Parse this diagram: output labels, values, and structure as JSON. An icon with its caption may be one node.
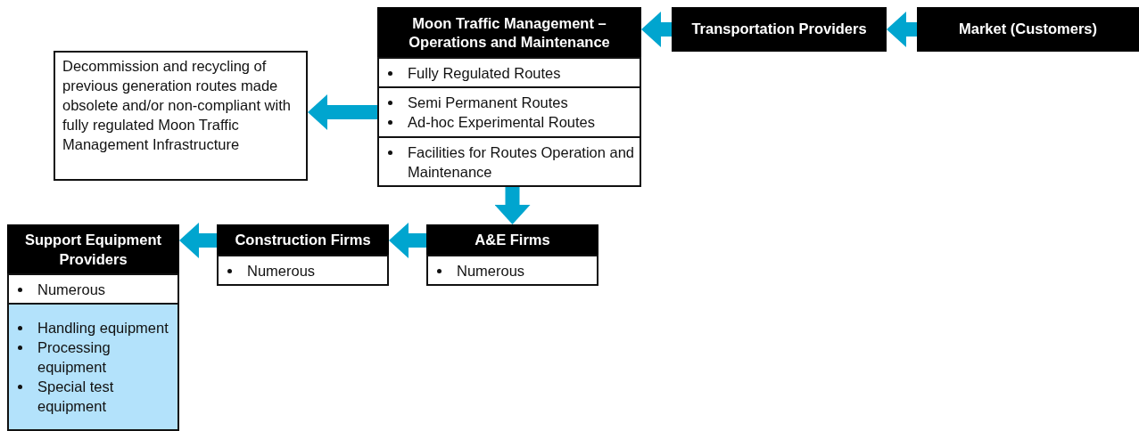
{
  "diagram": {
    "nodes": [
      {
        "text": [
          "Moon Traffic Management – Operations and Maintenance"
        ]
      },
      {
        "text": [
          "Fully Regulated Routes"
        ]
      },
      {
        "text": [
          "Semi Permanent Routes",
          "Ad-hoc Experimental Routes"
        ]
      },
      {
        "text": [
          "Facilities for Routes Operation and Maintenance"
        ]
      },
      {
        "text": [
          "Transportation Providers"
        ]
      },
      {
        "text": [
          "Market (Customers)"
        ]
      },
      {
        "text": [
          "Decommission and recycling of previous generation routes made obsolete and/or non-compliant with fully regulated Moon Traffic Management Infrastructure"
        ]
      },
      {
        "text": [
          "Support Equipment Providers"
        ]
      },
      {
        "text": [
          "Numerous"
        ]
      },
      {
        "text": [
          "Handling equipment",
          "Processing equipment",
          "Special test equipment"
        ]
      },
      {
        "text": [
          "Construction Firms"
        ]
      },
      {
        "text": [
          "Numerous"
        ]
      },
      {
        "text": [
          "A&E Firms"
        ]
      },
      {
        "text": [
          "Numerous"
        ]
      }
    ],
    "edges": [
      {
        "from": 5,
        "to": 4,
        "arrow": "to"
      },
      {
        "from": 4,
        "to": 0,
        "arrow": "to"
      },
      {
        "from": 2,
        "to": 6,
        "arrow": "to"
      },
      {
        "from": 3,
        "to": 12,
        "arrow": "to"
      },
      {
        "from": 12,
        "to": 10,
        "arrow": "to"
      },
      {
        "from": 10,
        "to": 7,
        "arrow": "to"
      }
    ]
  }
}
